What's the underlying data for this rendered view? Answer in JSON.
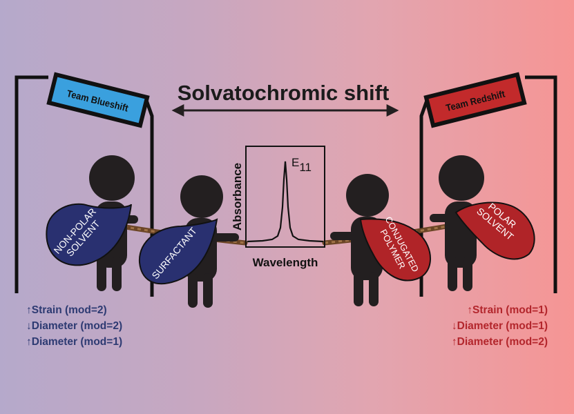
{
  "title": "Solvatochromic shift",
  "colors": {
    "blue_team": "#3aa0de",
    "red_team": "#c22a2b",
    "blue_text": "#2d3a72",
    "red_text": "#b3262c",
    "navy_bag": "#293070",
    "red_bag": "#b02428",
    "rope": "#6b4526",
    "figure": "#231f20"
  },
  "left_team": {
    "banner": "Team Blueshift",
    "bag_outer": [
      "NON-POLAR",
      "SOLVENT"
    ],
    "bag_inner": "SURFACTANT",
    "effects": [
      {
        "arrow": "↑",
        "text": "Strain (mod=2)"
      },
      {
        "arrow": "↓",
        "text": "Diameter (mod=2)"
      },
      {
        "arrow": "↑",
        "text": "Diameter (mod=1)"
      }
    ]
  },
  "right_team": {
    "banner": "Team Redshift",
    "bag_outer": [
      "POLAR",
      "SOLVENT"
    ],
    "bag_inner": [
      "CONJUGATED",
      "POLYMER"
    ],
    "effects": [
      {
        "arrow": "↑",
        "text": "Strain (mod=1)"
      },
      {
        "arrow": "↓",
        "text": "Diameter (mod=1)"
      },
      {
        "arrow": "↑",
        "text": "Diameter (mod=2)"
      }
    ]
  },
  "spectrum": {
    "xlabel": "Wavelength",
    "ylabel": "Absorbance",
    "peak_label_main": "E",
    "peak_label_sub": "11"
  }
}
